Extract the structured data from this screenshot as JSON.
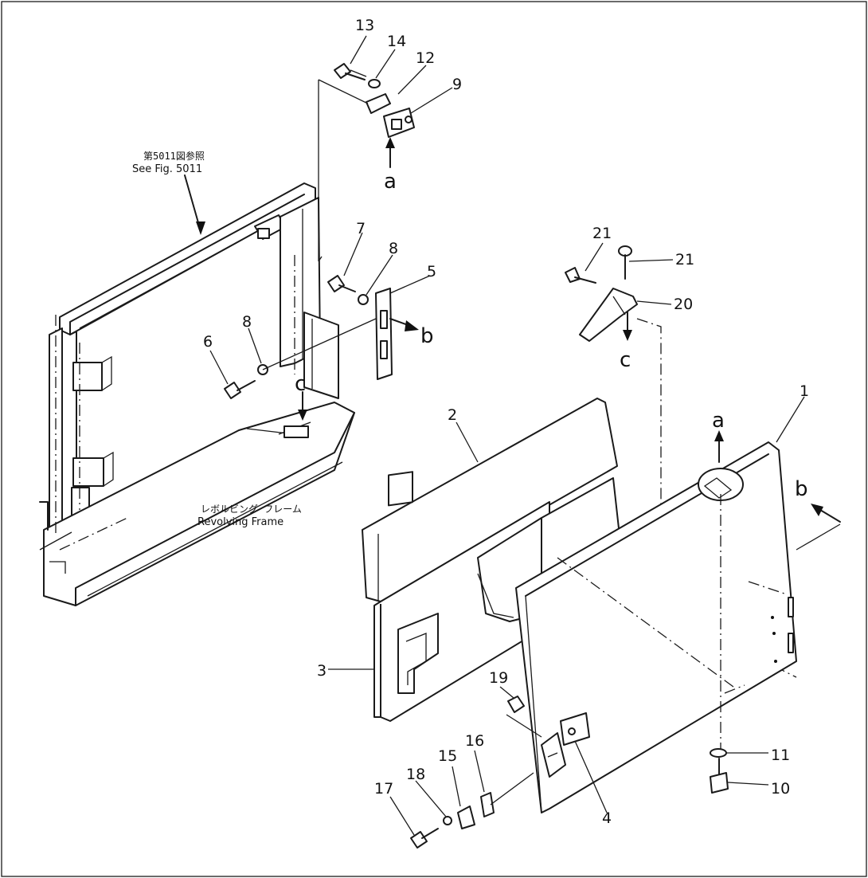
{
  "notes": {
    "see_fig_jp": "第5011図参照",
    "see_fig_en": "See Fig. 5011",
    "frame_jp": "レボルビング フレーム",
    "frame_en": "Revolving Frame"
  },
  "part_numbers": [
    "1",
    "2",
    "3",
    "4",
    "5",
    "6",
    "7",
    "8",
    "8",
    "9",
    "10",
    "11",
    "12",
    "13",
    "14",
    "15",
    "16",
    "17",
    "18",
    "19",
    "20",
    "21",
    "21"
  ],
  "refs": [
    "a",
    "a",
    "b",
    "b",
    "c",
    "c"
  ]
}
